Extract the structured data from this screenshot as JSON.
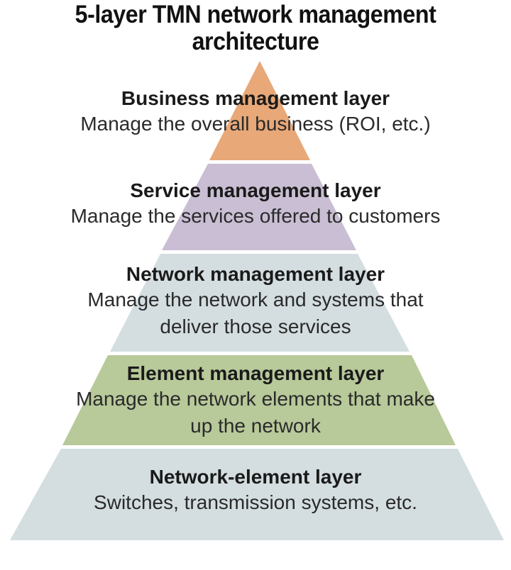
{
  "title": {
    "line1": "5-layer TMN network management",
    "line2": "architecture"
  },
  "layers": [
    {
      "name": "Business management layer",
      "desc_line1": "Manage the overall business (ROI, etc.)",
      "desc_line2": "",
      "color": "#E8A878"
    },
    {
      "name": "Service management layer",
      "desc_line1": "Manage the services offered to customers",
      "desc_line2": "",
      "color": "#C9BED3"
    },
    {
      "name": "Network management layer",
      "desc_line1": "Manage the network and systems that",
      "desc_line2": "deliver those services",
      "color": "#D4DEE0"
    },
    {
      "name": "Element management layer",
      "desc_line1": "Manage the network elements that make",
      "desc_line2": "up the network",
      "color": "#B8C99A"
    },
    {
      "name": "Network-element layer",
      "desc_line1": "Switches, transmission systems, etc.",
      "desc_line2": "",
      "color": "#D4DEE0"
    }
  ]
}
